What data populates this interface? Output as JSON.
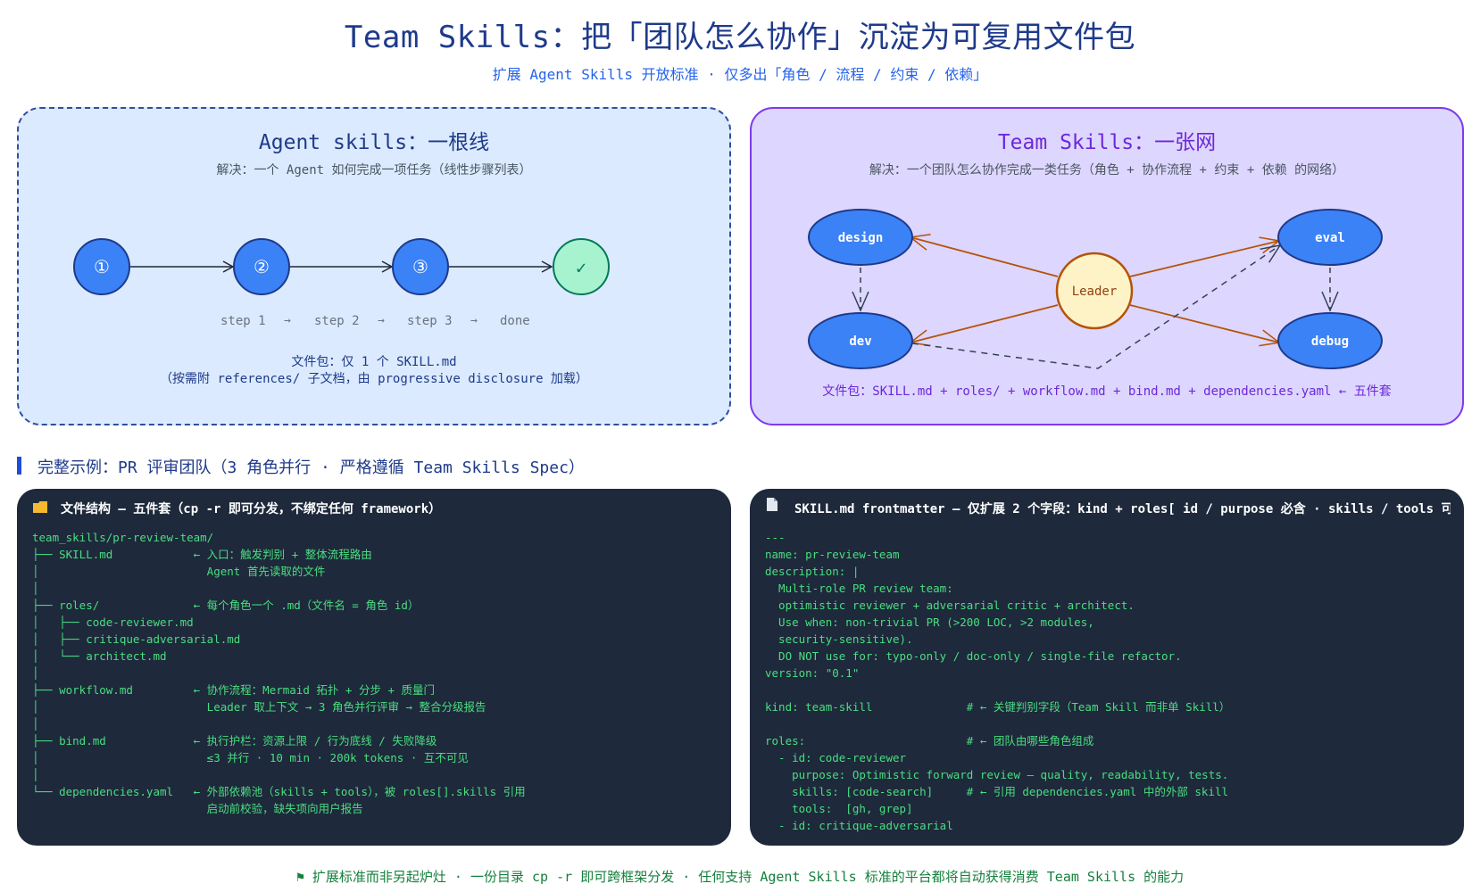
{
  "header": {
    "title": "Team Skills：把「团队怎么协作」沉淀为可复用文件包",
    "subtitle": "扩展 Agent Skills 开放标准 · 仅多出「角色 / 流程 / 约束 / 依赖」"
  },
  "left_panel": {
    "title": "Agent skills：一根线",
    "subtitle": "解决：一个 Agent 如何完成一项任务（线性步骤列表）",
    "nodes": [
      "①",
      "②",
      "③",
      "✓"
    ],
    "steps": [
      "step 1",
      "step 2",
      "step 3",
      "done"
    ],
    "arrow": "→",
    "file_line1": "文件包：仅 1 个 SKILL.md",
    "file_line2": "（按需附 references/ 子文档，由 progressive disclosure 加载）"
  },
  "right_panel": {
    "title": "Team Skills：一张网",
    "subtitle": "解决：一个团队怎么协作完成一类任务（角色 + 协作流程 + 约束 + 依赖 的网络）",
    "nodes": {
      "leader": "Leader",
      "design": "design",
      "dev": "dev",
      "eval": "eval",
      "debug": "debug"
    },
    "file_line": "文件包：SKILL.md + roles/ + workflow.md + bind.md + dependencies.yaml ← 五件套"
  },
  "section": {
    "title": "完整示例：PR 评审团队（3 角色并行 · 严格遵循 Team Skills Spec）"
  },
  "code_left": {
    "icon": "folder-icon",
    "header": "文件结构 — 五件套（cp -r 即可分发，不绑定任何 framework）",
    "lines": [
      "team_skills/pr-review-team/",
      "├── SKILL.md            ← 入口：触发判别 + 整体流程路由",
      "│                         Agent 首先读取的文件",
      "│",
      "├── roles/              ← 每个角色一个 .md（文件名 = 角色 id）",
      "│   ├── code-reviewer.md",
      "│   ├── critique-adversarial.md",
      "│   └── architect.md",
      "│",
      "├── workflow.md         ← 协作流程：Mermaid 拓扑 + 分步 + 质量门",
      "│                         Leader 取上下文 → 3 角色并行评审 → 整合分级报告",
      "│",
      "├── bind.md             ← 执行护栏：资源上限 / 行为底线 / 失败降级",
      "│                         ≤3 并行 · 10 min · 200k tokens · 互不可见",
      "│",
      "└── dependencies.yaml   ← 外部依赖池（skills + tools），被 roles[].skills 引用",
      "                          启动前校验，缺失项向用户报告"
    ]
  },
  "code_right": {
    "icon": "document-icon",
    "header": "SKILL.md frontmatter — 仅扩展 2 个字段：kind + roles[ id / purpose 必含 · skills / tools 可",
    "lines": [
      "---",
      "name: pr-review-team",
      "description: |",
      "  Multi-role PR review team:",
      "  optimistic reviewer + adversarial critic + architect.",
      "  Use when: non-trivial PR (>200 LOC, >2 modules,",
      "  security-sensitive).",
      "  DO NOT use for: typo-only / doc-only / single-file refactor.",
      "version: \"0.1\"",
      "",
      "kind: team-skill              # ← 关键判别字段（Team Skill 而非单 Skill）",
      "",
      "roles:                        # ← 团队由哪些角色组成",
      "  - id: code-reviewer",
      "    purpose: Optimistic forward review — quality, readability, tests.",
      "    skills: [code-search]     # ← 引用 dependencies.yaml 中的外部 skill",
      "    tools:  [gh, grep]",
      "  - id: critique-adversarial"
    ]
  },
  "footer": {
    "icon": "flag-icon",
    "text": "⚑  扩展标准而非另起炉灶 · 一份目录 cp -r 即可跨框架分发 · 任何支持 Agent Skills 标准的平台都将自动获得消费 Team Skills 的能力"
  },
  "colors": {
    "title_blue": "#1e3a8a",
    "accent_blue": "#2563eb",
    "purple": "#6d28d9",
    "leader_fill": "#fef3c7",
    "leader_stroke": "#b45309",
    "done_fill": "#a7f3d0",
    "code_bg": "#1e293b",
    "code_text": "#4ade80"
  }
}
